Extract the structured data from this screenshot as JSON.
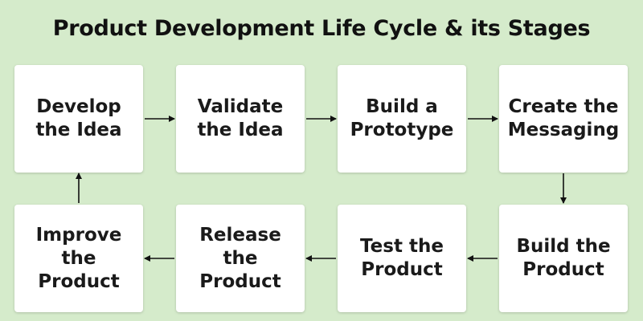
{
  "title": "Product Development Life Cycle & its Stages",
  "stages": [
    {
      "label": "Develop\nthe Idea"
    },
    {
      "label": "Validate\nthe Idea"
    },
    {
      "label": "Build a\nPrototype"
    },
    {
      "label": "Create the\nMessaging"
    },
    {
      "label": "Build the\nProduct"
    },
    {
      "label": "Test the\nProduct"
    },
    {
      "label": "Release the\nProduct"
    },
    {
      "label": "Improve\nthe Product"
    }
  ],
  "colors": {
    "background": "#d5ebcb",
    "box": "#ffffff",
    "text": "#111111",
    "arrow": "#111111"
  }
}
